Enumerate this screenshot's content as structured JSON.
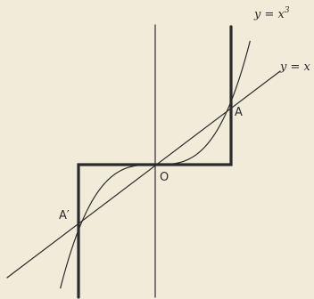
{
  "labels": {
    "curve_cubic": "y = x",
    "curve_cubic_exponent": "3",
    "line_identity": "y = x",
    "origin": "O",
    "point_a": "A",
    "point_a_prime": "A′"
  },
  "colors": {
    "background": "#f1ecd9",
    "ink": "#2b2b2b"
  }
}
